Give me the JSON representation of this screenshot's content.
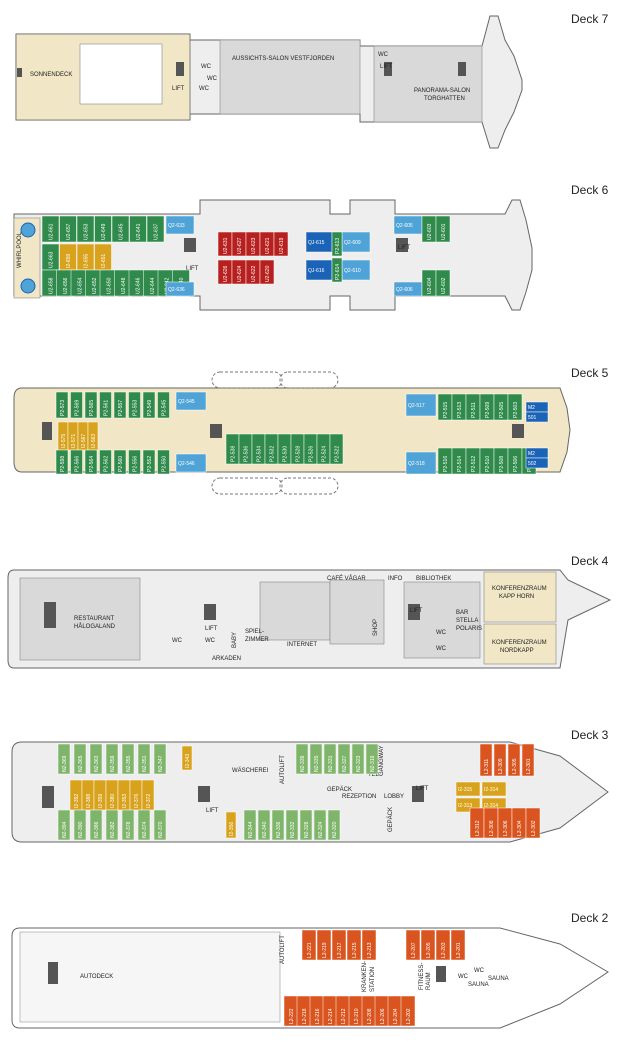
{
  "colors": {
    "green": "#2f8a4c",
    "light_green": "#7fb56a",
    "yellow": "#d9a21c",
    "orange": "#d9541e",
    "red": "#b7201e",
    "blue": "#1b63b6",
    "cyan": "#4fa3d6",
    "hull": "#eeeeee",
    "deck_floor": "#d9d9d9",
    "sun_deck": "#f1e7c6"
  },
  "decks": [
    {
      "label": "Deck 7",
      "rooms": [
        "SONNENDECK",
        "LIFT",
        "WC",
        "WC",
        "WC",
        "AUSSICHTS-SALON VESTFJORDEN",
        "WC",
        "LIFT",
        "PANORAMA-SALON",
        "TORGHATTEN"
      ]
    },
    {
      "label": "Deck 6",
      "rooms": [
        "WHIRLPOOL",
        "LIFT",
        "LIFT"
      ],
      "cabins": [
        "U2-661",
        "U2-657",
        "U2-653",
        "U2-649",
        "U2-645",
        "U2-641",
        "U2-637",
        "U2-663",
        "I2-659",
        "I2-655",
        "I2-651",
        "U2-658",
        "U2-656",
        "U2-654",
        "U2-652",
        "U2-650",
        "U2-648",
        "U2-646",
        "U2-644",
        "U2-642",
        "U2-640",
        "Q2-633",
        "Q2-636",
        "U2-631",
        "U2-627",
        "U2-623",
        "U2-621",
        "U2-619",
        "U2-626",
        "U2-624",
        "U2-622",
        "U2-620",
        "QJ-615",
        "QJ-616",
        "Q2-609",
        "Q2-610",
        "P2-613",
        "P2-614",
        "Q2-605",
        "Q2-606",
        "U2-603",
        "U2-601",
        "U2-604",
        "U2-602"
      ]
    },
    {
      "label": "Deck 5",
      "cabins": [
        "P2-573",
        "P2-569",
        "P2-565",
        "P2-561",
        "P2-557",
        "P2-553",
        "P2-549",
        "P2-545",
        "Q2-545",
        "I2-575",
        "I2-571",
        "I2-567",
        "I2-563",
        "P2-598",
        "P2-566",
        "P2-564",
        "P2-562",
        "P2-560",
        "P2-556",
        "P2-552",
        "P2-550",
        "Q2-546",
        "P2-538",
        "P2-536",
        "P2-534",
        "P2-532",
        "P2-530",
        "P2-528",
        "P2-526",
        "P2-524",
        "P2-522",
        "Q2-517",
        "P2-515",
        "P2-513",
        "P2-511",
        "P2-509",
        "P2-505",
        "P2-503",
        "Q2-518",
        "P2-516",
        "P2-514",
        "P2-512",
        "P2-510",
        "P2-508",
        "P2-506",
        "P2-504",
        "M2",
        "501",
        "M2",
        "502"
      ]
    },
    {
      "label": "Deck 4",
      "rooms": [
        "RESTAURANT",
        "HÅLOGALAND",
        "CAFÉ VÅGAR",
        "INFO",
        "BIBLIOTHEK",
        "KONFERENZRAUM",
        "KAPP HORN",
        "BAR",
        "STELLA",
        "POLARIS",
        "KONFERENZRAUM",
        "NORDKAPP",
        "SPIEL-",
        "ZIMMER",
        "BABY",
        "INTERNET",
        "ARKADEN",
        "SHOP",
        "LIFT",
        "LIFT",
        "WC",
        "WC",
        "WC",
        "WC"
      ]
    },
    {
      "label": "Deck 3",
      "rooms": [
        "WÄSCHEREI",
        "AUTOLIFT",
        "GANGWAY",
        "TEL",
        "REZEPTION",
        "LOBBY",
        "GEPÄCK",
        "GEPÄCK",
        "LIFT",
        "LIFT"
      ],
      "cabins": [
        "N2-369",
        "N2-365",
        "N2-363",
        "N2-359",
        "N2-355",
        "N2-351",
        "N2-347",
        "I2-343",
        "N2-339",
        "N2-335",
        "N2-331",
        "N2-327",
        "N2-323",
        "N2-319",
        "L2-311",
        "L2-309",
        "L2-305",
        "L2-301",
        "I2-392",
        "I2-388",
        "I2-359",
        "I2-380",
        "I2-353",
        "I2-376",
        "I2-372",
        "I2-315",
        "I2-314",
        "I2-313",
        "I2-314",
        "N2-394",
        "N2-390",
        "N2-386",
        "N2-382",
        "N2-378",
        "N2-374",
        "N2-370",
        "I2-356",
        "N2-344",
        "N2-340",
        "N2-336",
        "N2-332",
        "N2-328",
        "N2-324",
        "N2-320",
        "L2-312",
        "L2-308",
        "L2-306",
        "L2-304",
        "L2-302"
      ]
    },
    {
      "label": "Deck 2",
      "rooms": [
        "AUTODECK",
        "AUTOLIFT",
        "KRANKEN-",
        "STATION",
        "FITNESS-",
        "RAUM",
        "WC",
        "WC",
        "SAUNA",
        "SAUNA"
      ],
      "cabins": [
        "L2-221",
        "L2-219",
        "L2-217",
        "L2-215",
        "L2-213",
        "L2-207",
        "L2-205",
        "L2-203",
        "L2-201",
        "L2-222",
        "L2-218",
        "L2-216",
        "L2-214",
        "L2-212",
        "L2-210",
        "L2-208",
        "L2-206",
        "L2-204",
        "L2-202"
      ]
    }
  ]
}
